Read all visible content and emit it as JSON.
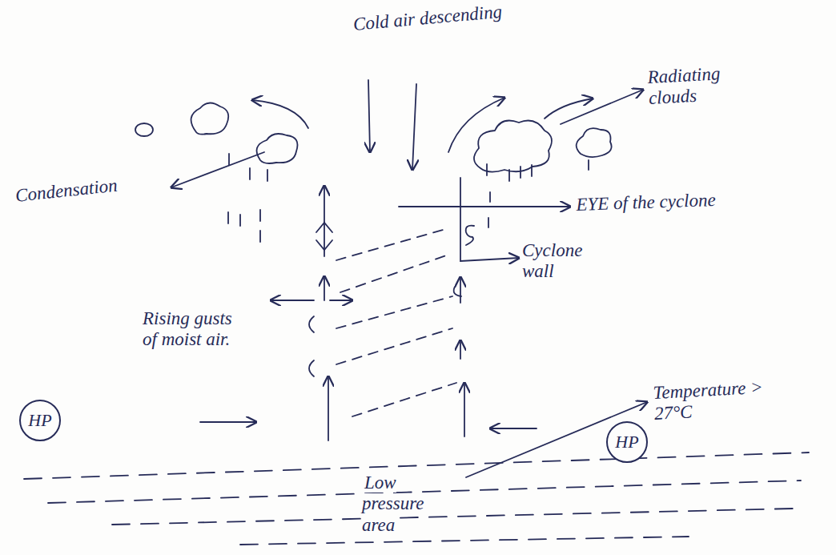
{
  "diagram": {
    "nodes": [
      {
        "text": [
          "HP"
        ]
      },
      {
        "text": [
          "HP"
        ]
      }
    ],
    "labels": [
      "Cold air descending",
      "Radiating clouds",
      "Condensation",
      "EYE of the cyclone",
      "Cyclone wall",
      "Rising gusts of moist air.",
      "Temperature > 27°C",
      "Low pressure area"
    ]
  }
}
